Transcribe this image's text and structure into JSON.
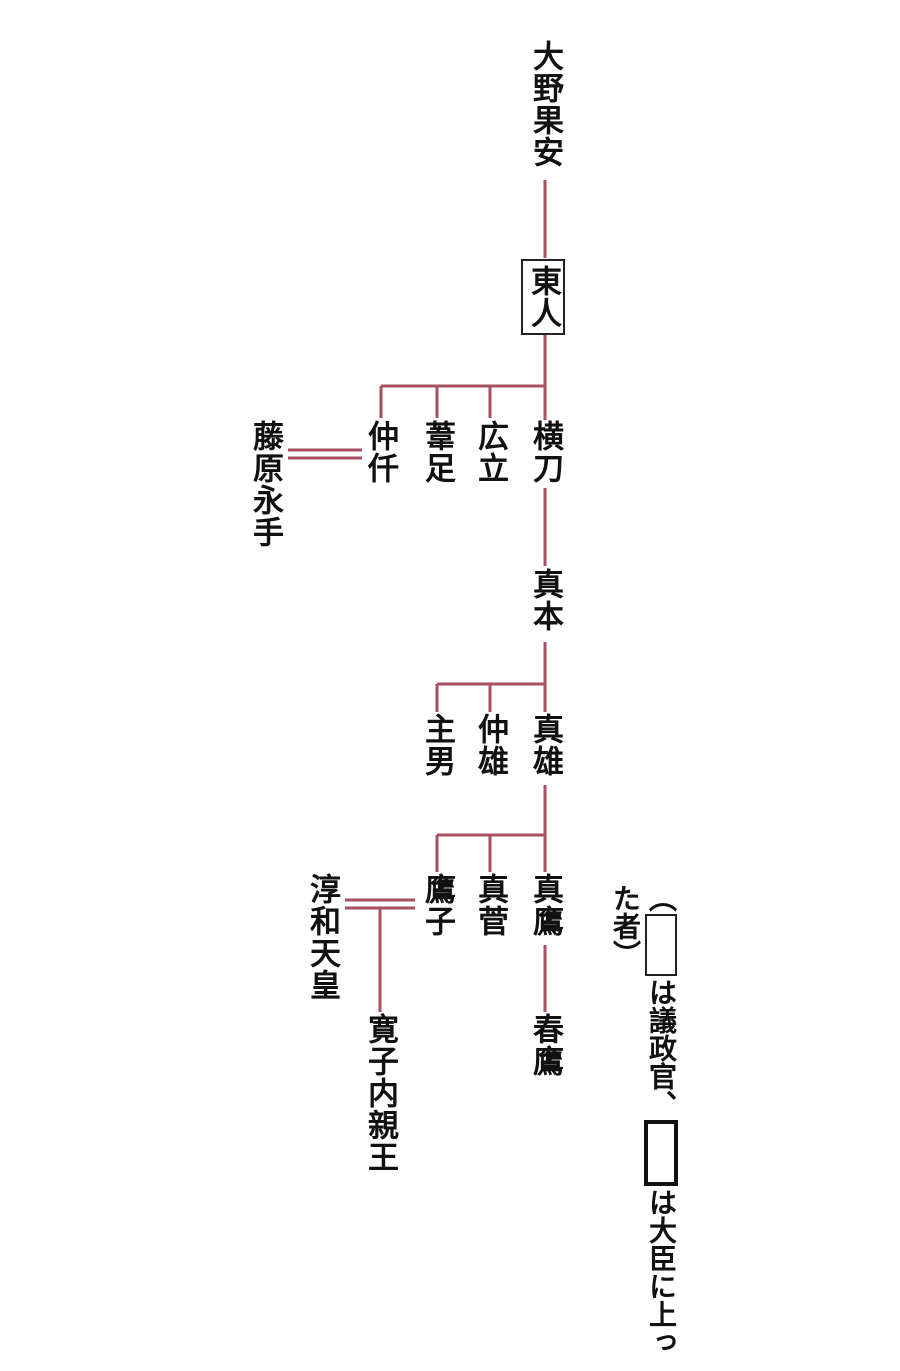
{
  "line_color": "#a8505f",
  "people": {
    "ono_hatayasu": "大野果安",
    "azumahito": "東人",
    "yokohaki": "横刀",
    "hirotachi": "広立",
    "ashitari": "葦足",
    "nakachi": "仲仟",
    "fujiwara_nagate": "藤原永手",
    "mamoto": "真本",
    "mao": "真雄",
    "nakao": "仲雄",
    "nushio": "主男",
    "mataka": "真鷹",
    "masuge": "真菅",
    "takako": "鷹子",
    "junna_tenno": "淳和天皇",
    "haretaka": "春鷹",
    "hiroko_naishinno": "寛子内親王"
  },
  "legend": {
    "open_paren": "（",
    "text1": "は議政官、",
    "text2": "は大臣に上った者",
    "close_paren": "）"
  }
}
